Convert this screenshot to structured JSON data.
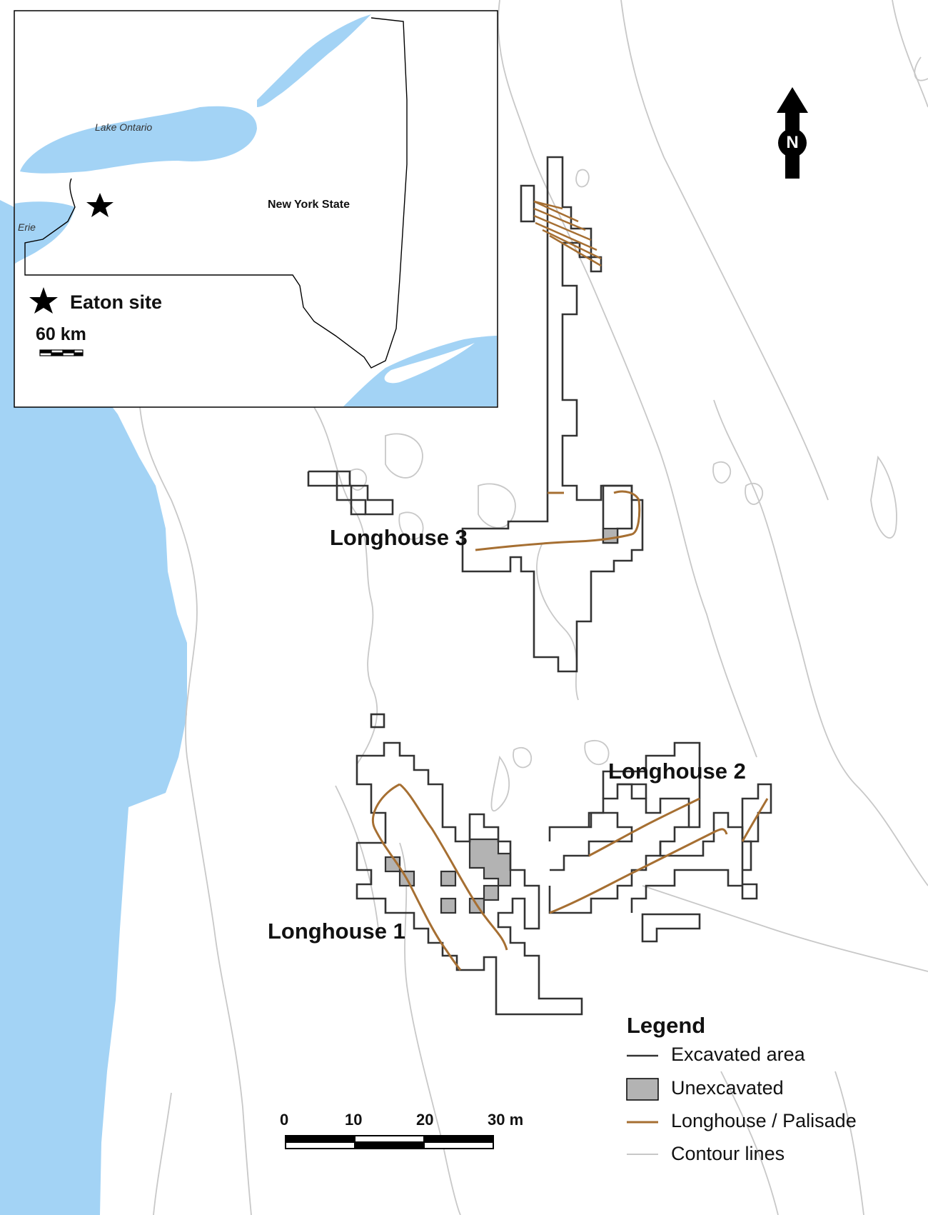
{
  "colors": {
    "water": "#a3d3f5",
    "excavated": "#333333",
    "unexcavated": "#b3b3b3",
    "longhouse": "#a66f32",
    "contour": "#c8c8c8"
  },
  "labels": {
    "longhouse_1": "Longhouse 1",
    "longhouse_2": "Longhouse 2",
    "longhouse_3": "Longhouse 3"
  },
  "north_arrow": {
    "letter": "N",
    "icon": "north-arrow-icon"
  },
  "legend": {
    "title": "Legend",
    "items": [
      {
        "label": "Excavated area",
        "symbol": "dark-line"
      },
      {
        "label": "Unexcavated",
        "symbol": "gray-square"
      },
      {
        "label": "Longhouse / Palisade",
        "symbol": "brown-line"
      },
      {
        "label": "Contour lines",
        "symbol": "light-gray-line"
      }
    ]
  },
  "scale_bar": {
    "ticks": [
      "0",
      "10",
      "20",
      "30 m"
    ]
  },
  "inset": {
    "lake_ontario": "Lake Ontario",
    "lake_erie": "Erie",
    "state": "New York State",
    "site_legend": "Eaton site",
    "site_icon": "star-icon",
    "scale_label": "60 km"
  }
}
